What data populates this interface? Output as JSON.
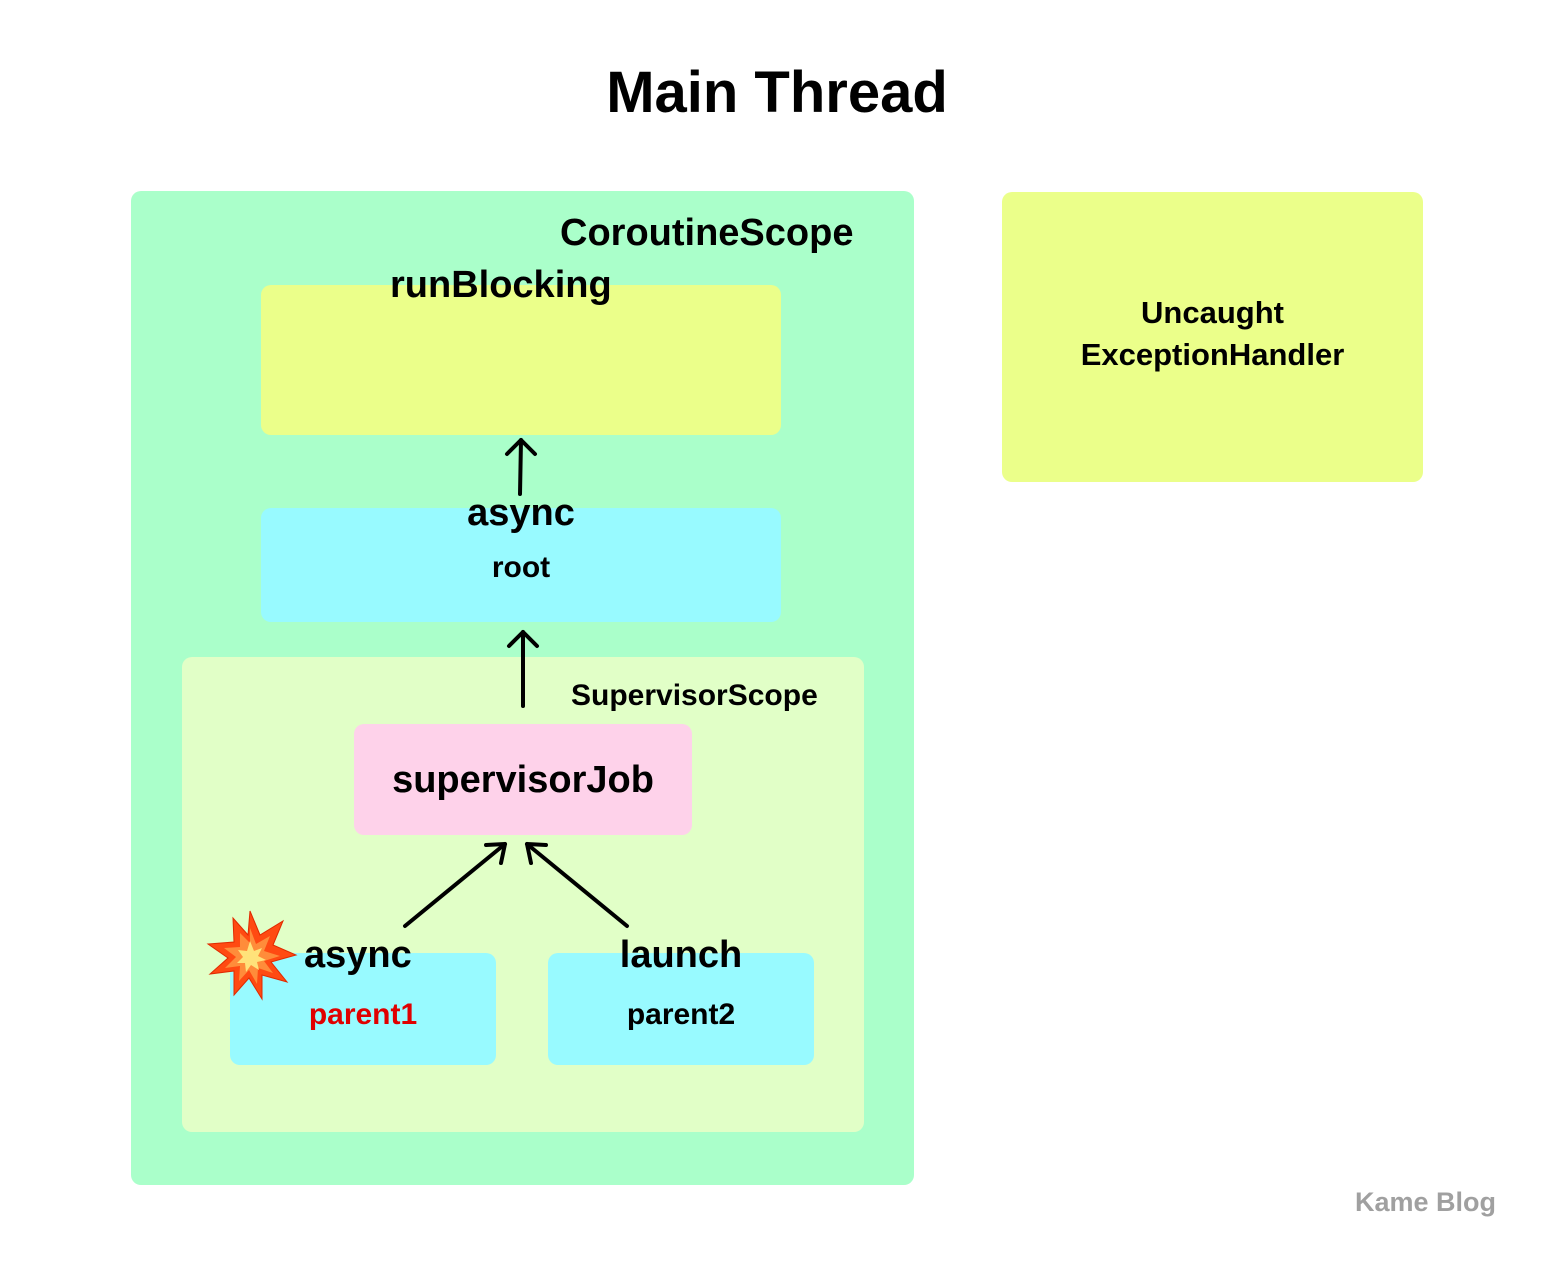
{
  "title": "Main Thread",
  "colors": {
    "coroutine_scope": "#aaffca",
    "yellow_box": "#ebff8a",
    "cyan_box": "#98faff",
    "supervisor_scope": "#e1ffc7",
    "supervisor_job": "#fed2ea",
    "error_text": "#e00000",
    "watermark": "#a0a0a0"
  },
  "coroutine_scope": {
    "label": "CoroutineScope"
  },
  "run_blocking": {
    "label": "runBlocking"
  },
  "async_root": {
    "label": "async",
    "sublabel": "root"
  },
  "supervisor_scope": {
    "label": "SupervisorScope"
  },
  "supervisor_job": {
    "label": "supervisorJob"
  },
  "parent1": {
    "label": "async",
    "sublabel": "parent1",
    "icon": "explosion-icon"
  },
  "parent2": {
    "label": "launch",
    "sublabel": "parent2"
  },
  "exception_handler": {
    "line1": "Uncaught",
    "line2": "ExceptionHandler"
  },
  "watermark": "Kame Blog"
}
